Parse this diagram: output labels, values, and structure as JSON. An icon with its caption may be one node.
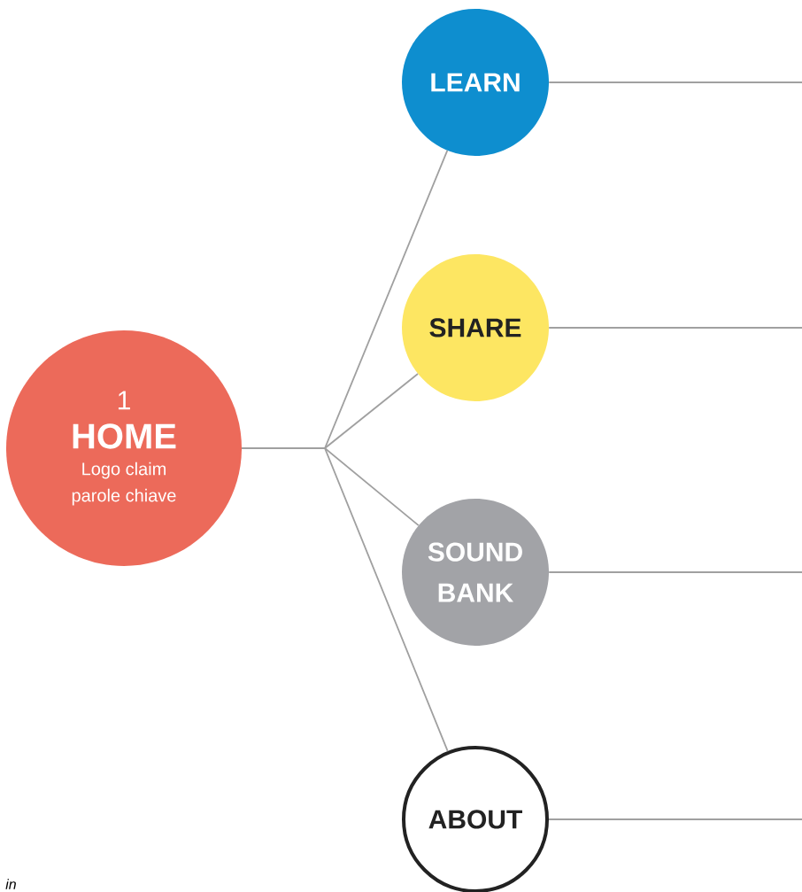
{
  "diagram": {
    "nodes": [
      {
        "text": [
          "1",
          "HOME",
          "Logo claim parole chiave"
        ]
      },
      {
        "text": [
          "LEARN"
        ]
      },
      {
        "text": [
          "SHARE"
        ]
      },
      {
        "text": [
          "SOUND BANK"
        ]
      },
      {
        "text": [
          "ABOUT"
        ]
      }
    ],
    "edges": [
      {
        "from": 0,
        "to": 1,
        "arrow": "none"
      },
      {
        "from": 0,
        "to": 2,
        "arrow": "none"
      },
      {
        "from": 0,
        "to": 3,
        "arrow": "none"
      },
      {
        "from": 0,
        "to": 4,
        "arrow": "none"
      },
      {
        "from": 1,
        "to": null,
        "arrow": "none"
      },
      {
        "from": 2,
        "to": null,
        "arrow": "none"
      },
      {
        "from": 3,
        "to": null,
        "arrow": "none"
      },
      {
        "from": 4,
        "to": null,
        "arrow": "none"
      }
    ],
    "labels": [
      "in"
    ]
  }
}
